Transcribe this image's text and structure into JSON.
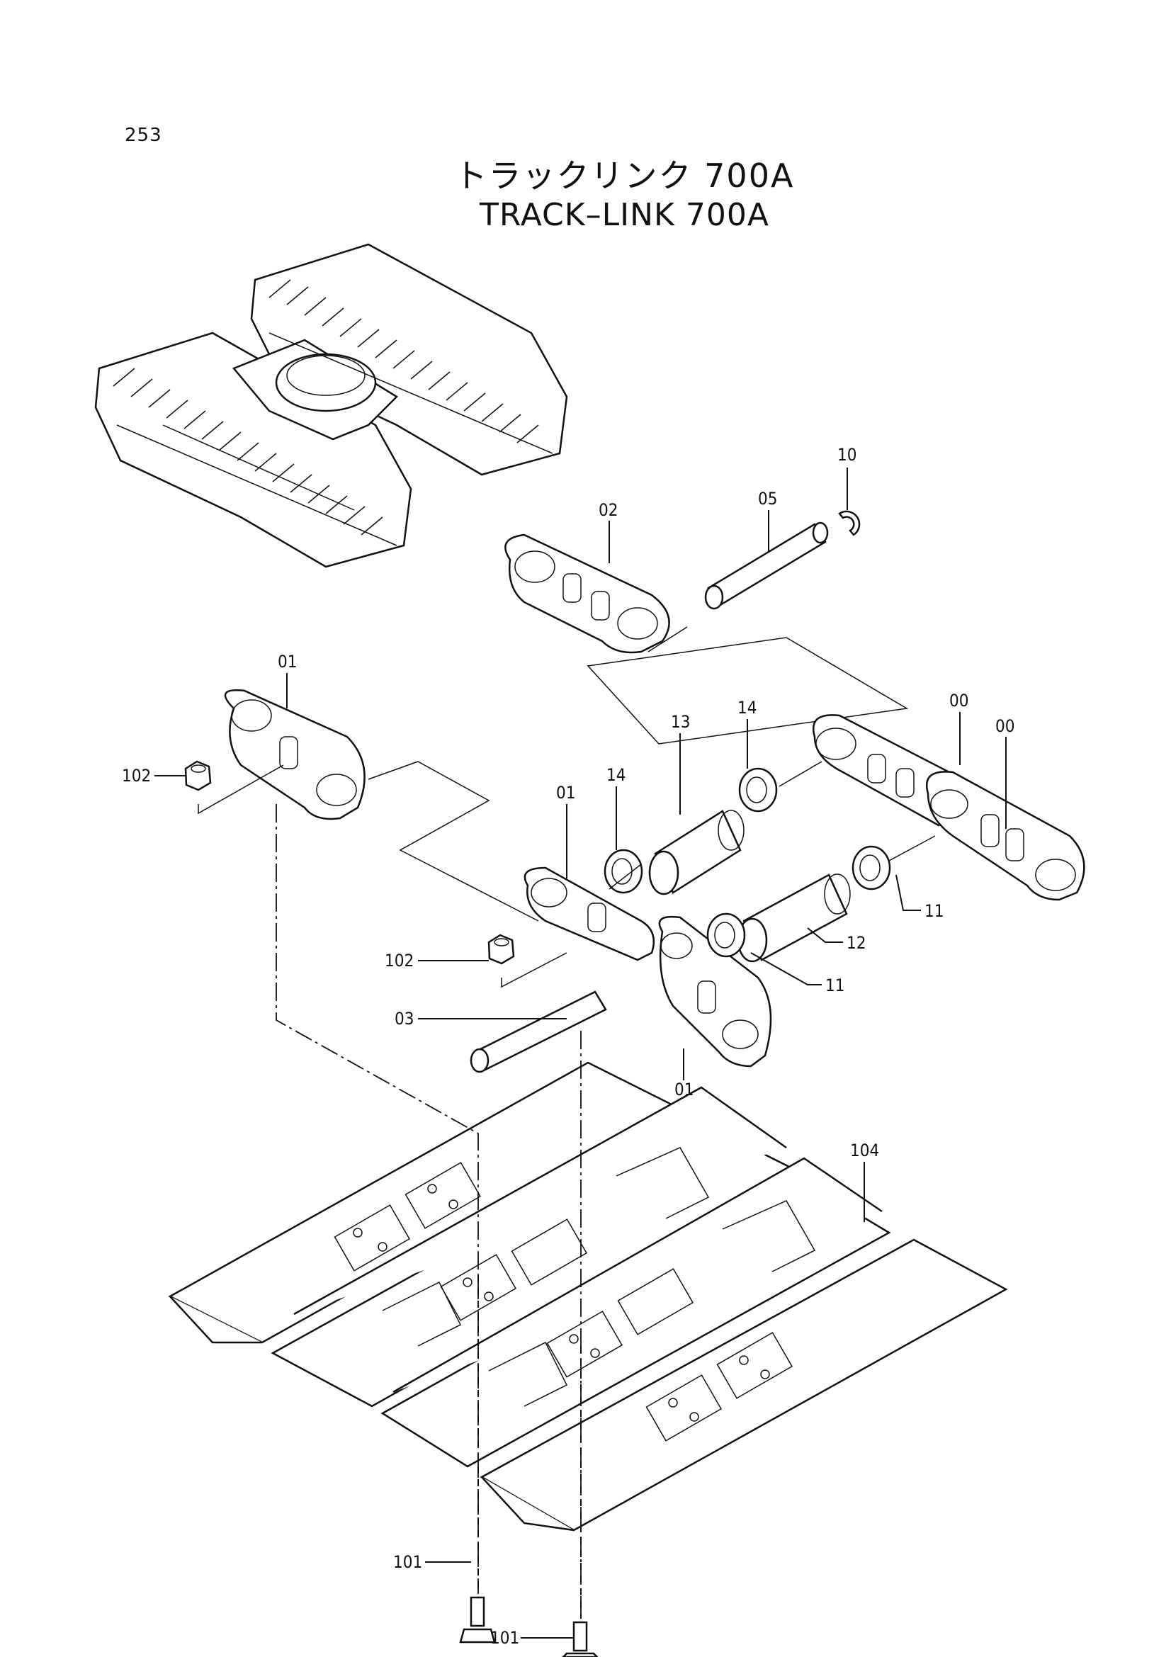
{
  "page": {
    "number": "253"
  },
  "title": {
    "japanese": "トラックリンク 700A",
    "english": "TRACK–LINK 700A"
  },
  "callouts": {
    "c00a": "00",
    "c00b": "00",
    "c01a": "01",
    "c01b": "01",
    "c01c": "01",
    "c02": "02",
    "c03": "03",
    "c05": "05",
    "c10": "10",
    "c11a": "11",
    "c11b": "11",
    "c12": "12",
    "c13": "13",
    "c14a": "14",
    "c14b": "14",
    "c101a": "101",
    "c101b": "101",
    "c102a": "102",
    "c102b": "102",
    "c104": "104"
  }
}
